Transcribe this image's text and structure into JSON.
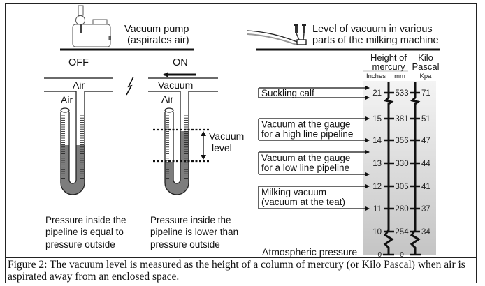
{
  "pump": {
    "title_line1": "Vacuum pump",
    "title_line2": "(aspirates air)"
  },
  "states": {
    "off_label": "OFF",
    "on_label": "ON"
  },
  "off_manometer": {
    "pipe_label": "Air",
    "tube_label": "Air",
    "description": [
      "Pressure inside the",
      "pipeline is equal to",
      "pressure outside"
    ]
  },
  "on_manometer": {
    "pipe_label": "Vacuum",
    "tube_label": "Air",
    "level_label_line1": "Vacuum",
    "level_label_line2": "level",
    "description": [
      "Pressure inside the",
      "pipeline is lower than",
      "pressure outside"
    ]
  },
  "milking": {
    "title_line1": "Level of vacuum in various",
    "title_line2": "parts of the milking machine"
  },
  "scale": {
    "mercury_header_line1": "Height of",
    "mercury_header_line2": "mercury",
    "kpa_header_line1": "Kilo",
    "kpa_header_line2": "Pascal",
    "unit_inches": "Inches",
    "unit_mm": "mm",
    "unit_kpa": "Kpa",
    "rows": [
      {
        "inches": "21",
        "mm": "533",
        "kpa": "71"
      },
      {
        "inches": "15",
        "mm": "381",
        "kpa": "51"
      },
      {
        "inches": "14",
        "mm": "356",
        "kpa": "47"
      },
      {
        "inches": "13",
        "mm": "330",
        "kpa": "44"
      },
      {
        "inches": "12",
        "mm": "305",
        "kpa": "41"
      },
      {
        "inches": "11",
        "mm": "280",
        "kpa": "37"
      },
      {
        "inches": "10",
        "mm": "254",
        "kpa": "34"
      },
      {
        "inches": "0",
        "mm": "0",
        "kpa": ""
      }
    ],
    "atmospheric_label": "Atmospheric pressure"
  },
  "ranges": [
    {
      "label_lines": [
        "Suckling calf"
      ]
    },
    {
      "label_lines": [
        "Vacuum at the gauge",
        "for a high line pipeline"
      ]
    },
    {
      "label_lines": [
        "Vacuum at the gauge",
        "for a low line pipeline"
      ]
    },
    {
      "label_lines": [
        "Milking vacuum",
        "(vacuum at the teat)"
      ]
    }
  ],
  "caption": {
    "text": "Figure 2:  The vacuum level is measured as the height of a column of mercury (or Kilo Pascal) when air is aspirated away from an enclosed space."
  }
}
